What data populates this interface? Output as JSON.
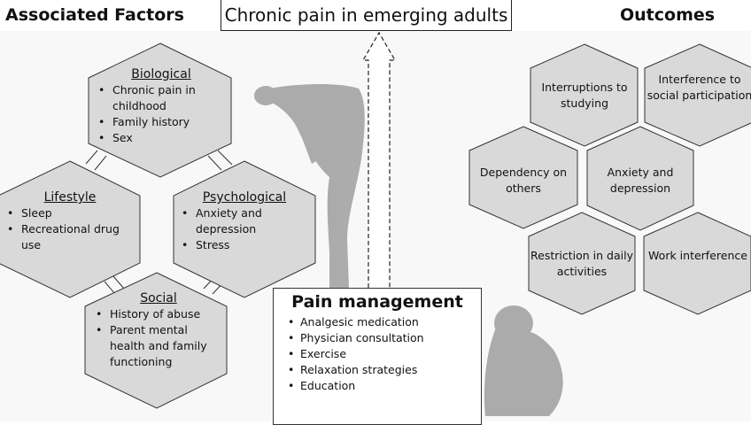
{
  "title": "Chronic pain in emerging adults",
  "left_header": "Associated Factors",
  "right_header": "Outcomes",
  "factors": {
    "biological": {
      "heading": "Biological",
      "items": [
        "Chronic pain in childhood",
        "Family history",
        "Sex"
      ]
    },
    "lifestyle": {
      "heading": "Lifestyle",
      "items": [
        "Sleep",
        "Recreational drug use"
      ]
    },
    "psychological": {
      "heading": "Psychological",
      "items": [
        "Anxiety and depression",
        "Stress"
      ]
    },
    "social": {
      "heading": "Social",
      "items": [
        "History of abuse",
        "Parent mental health and family functioning"
      ]
    }
  },
  "outcomes": [
    "Interruptions to studying",
    "Interference to social participation",
    "Dependency on others",
    "Anxiety and depression",
    "Restriction in daily activities",
    "Work interference"
  ],
  "pain_management": {
    "heading": "Pain management",
    "items": [
      "Analgesic medication",
      "Physician consultation",
      "Exercise",
      "Relaxation strategies",
      "Education"
    ]
  },
  "colors": {
    "hex_fill": "#d9d9d9",
    "stroke": "#333333",
    "figure": "#9a9a9a"
  }
}
